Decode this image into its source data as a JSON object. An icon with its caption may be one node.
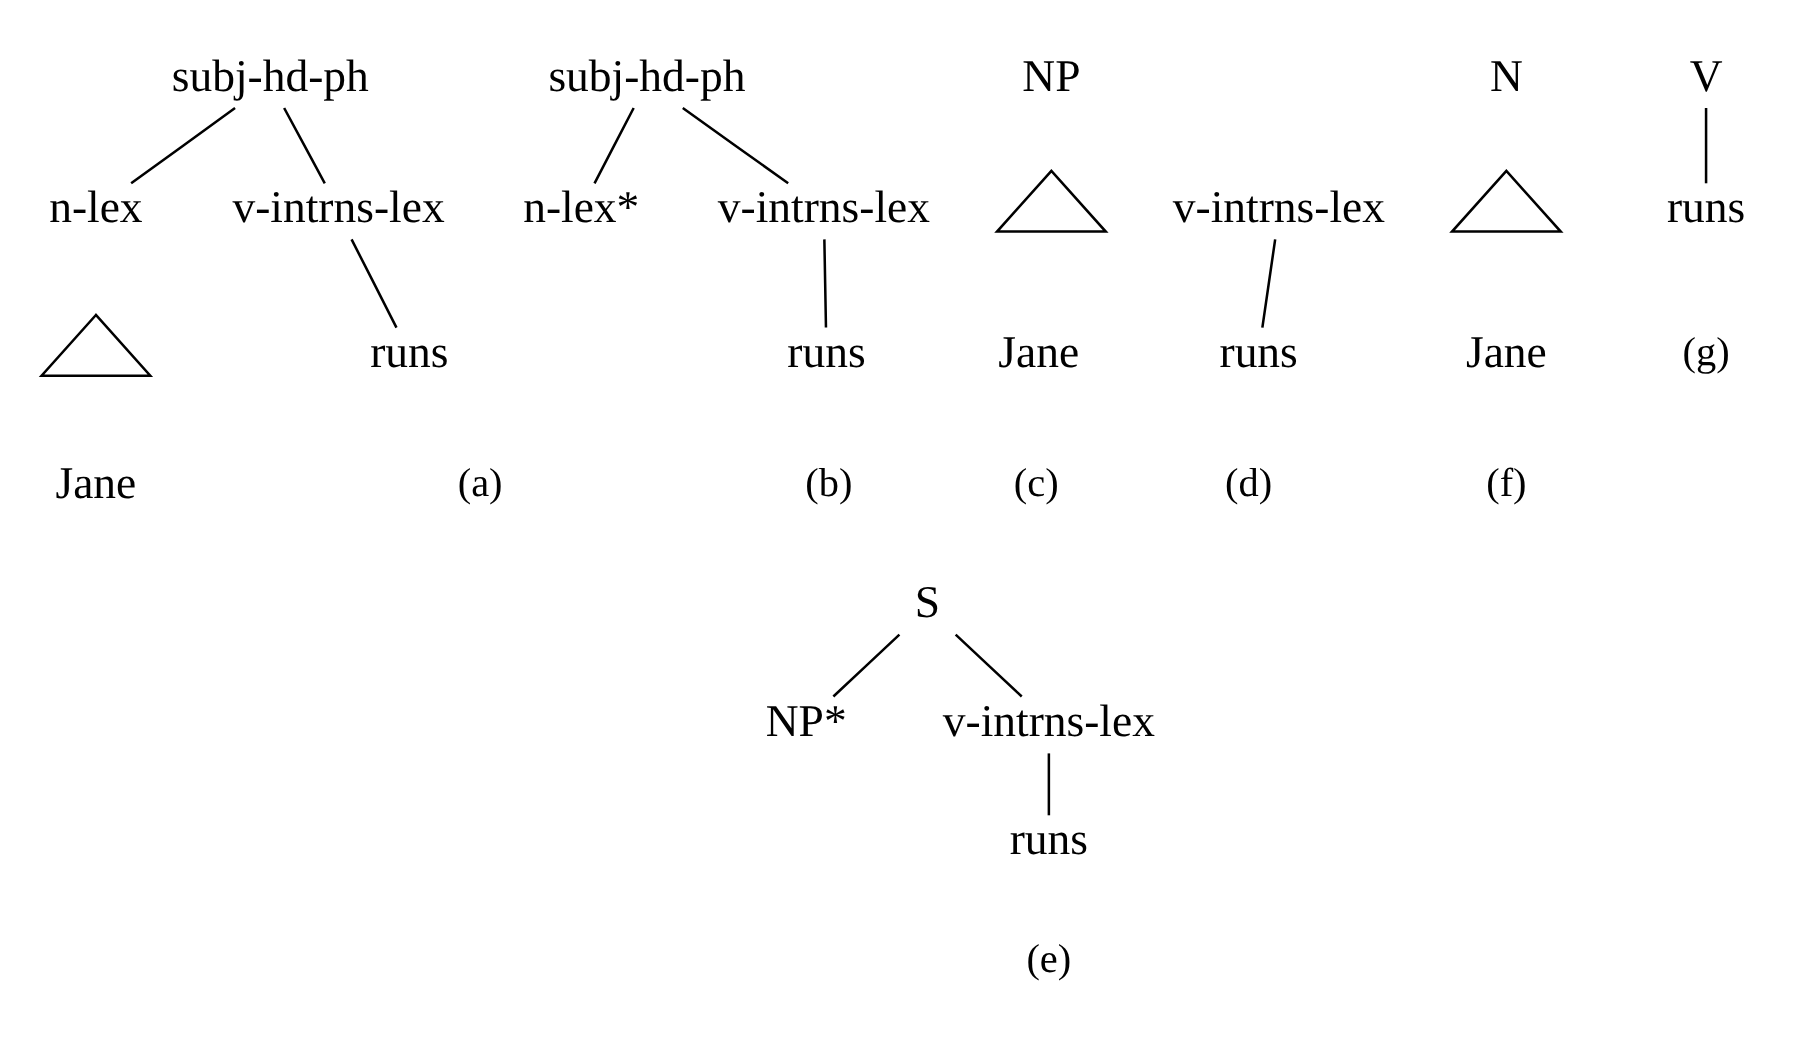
{
  "diagram": {
    "nodes": [
      {
        "text": [
          "subj-hd-ph"
        ]
      },
      {
        "text": [
          "n-lex"
        ]
      },
      {
        "text": [
          "v-intrns-lex"
        ]
      },
      {
        "text": [],
        "shape": "triangle"
      },
      {
        "text": [
          "Jane"
        ]
      },
      {
        "text": [
          "runs"
        ]
      },
      {
        "text": [
          "subj-hd-ph"
        ]
      },
      {
        "text": [
          "n-lex*"
        ]
      },
      {
        "text": [
          "v-intrns-lex"
        ]
      },
      {
        "text": [
          "runs"
        ]
      },
      {
        "text": [
          "NP"
        ]
      },
      {
        "text": [],
        "shape": "triangle"
      },
      {
        "text": [
          "Jane"
        ]
      },
      {
        "text": [
          "v-intrns-lex"
        ]
      },
      {
        "text": [
          "runs"
        ]
      },
      {
        "text": [
          "S"
        ]
      },
      {
        "text": [
          "NP*"
        ]
      },
      {
        "text": [
          "v-intrns-lex"
        ]
      },
      {
        "text": [
          "runs"
        ]
      },
      {
        "text": [
          "N"
        ]
      },
      {
        "text": [],
        "shape": "triangle"
      },
      {
        "text": [
          "Jane"
        ]
      },
      {
        "text": [
          "V"
        ]
      },
      {
        "text": [
          "runs"
        ]
      }
    ],
    "edges": [
      {
        "from": 0,
        "to": 1,
        "arrow": "none"
      },
      {
        "from": 0,
        "to": 2,
        "arrow": "none"
      },
      {
        "from": 2,
        "to": 5,
        "arrow": "none"
      },
      {
        "from": 6,
        "to": 7,
        "arrow": "none"
      },
      {
        "from": 6,
        "to": 8,
        "arrow": "none"
      },
      {
        "from": 8,
        "to": 9,
        "arrow": "none"
      },
      {
        "from": 13,
        "to": 14,
        "arrow": "none"
      },
      {
        "from": 15,
        "to": 16,
        "arrow": "none"
      },
      {
        "from": 15,
        "to": 17,
        "arrow": "none"
      },
      {
        "from": 17,
        "to": 18,
        "arrow": "none"
      },
      {
        "from": 22,
        "to": 23,
        "arrow": "none"
      }
    ],
    "labels": [
      "(a)",
      "(b)",
      "(c)",
      "(d)",
      "(e)",
      "(f)",
      "(g)"
    ]
  }
}
